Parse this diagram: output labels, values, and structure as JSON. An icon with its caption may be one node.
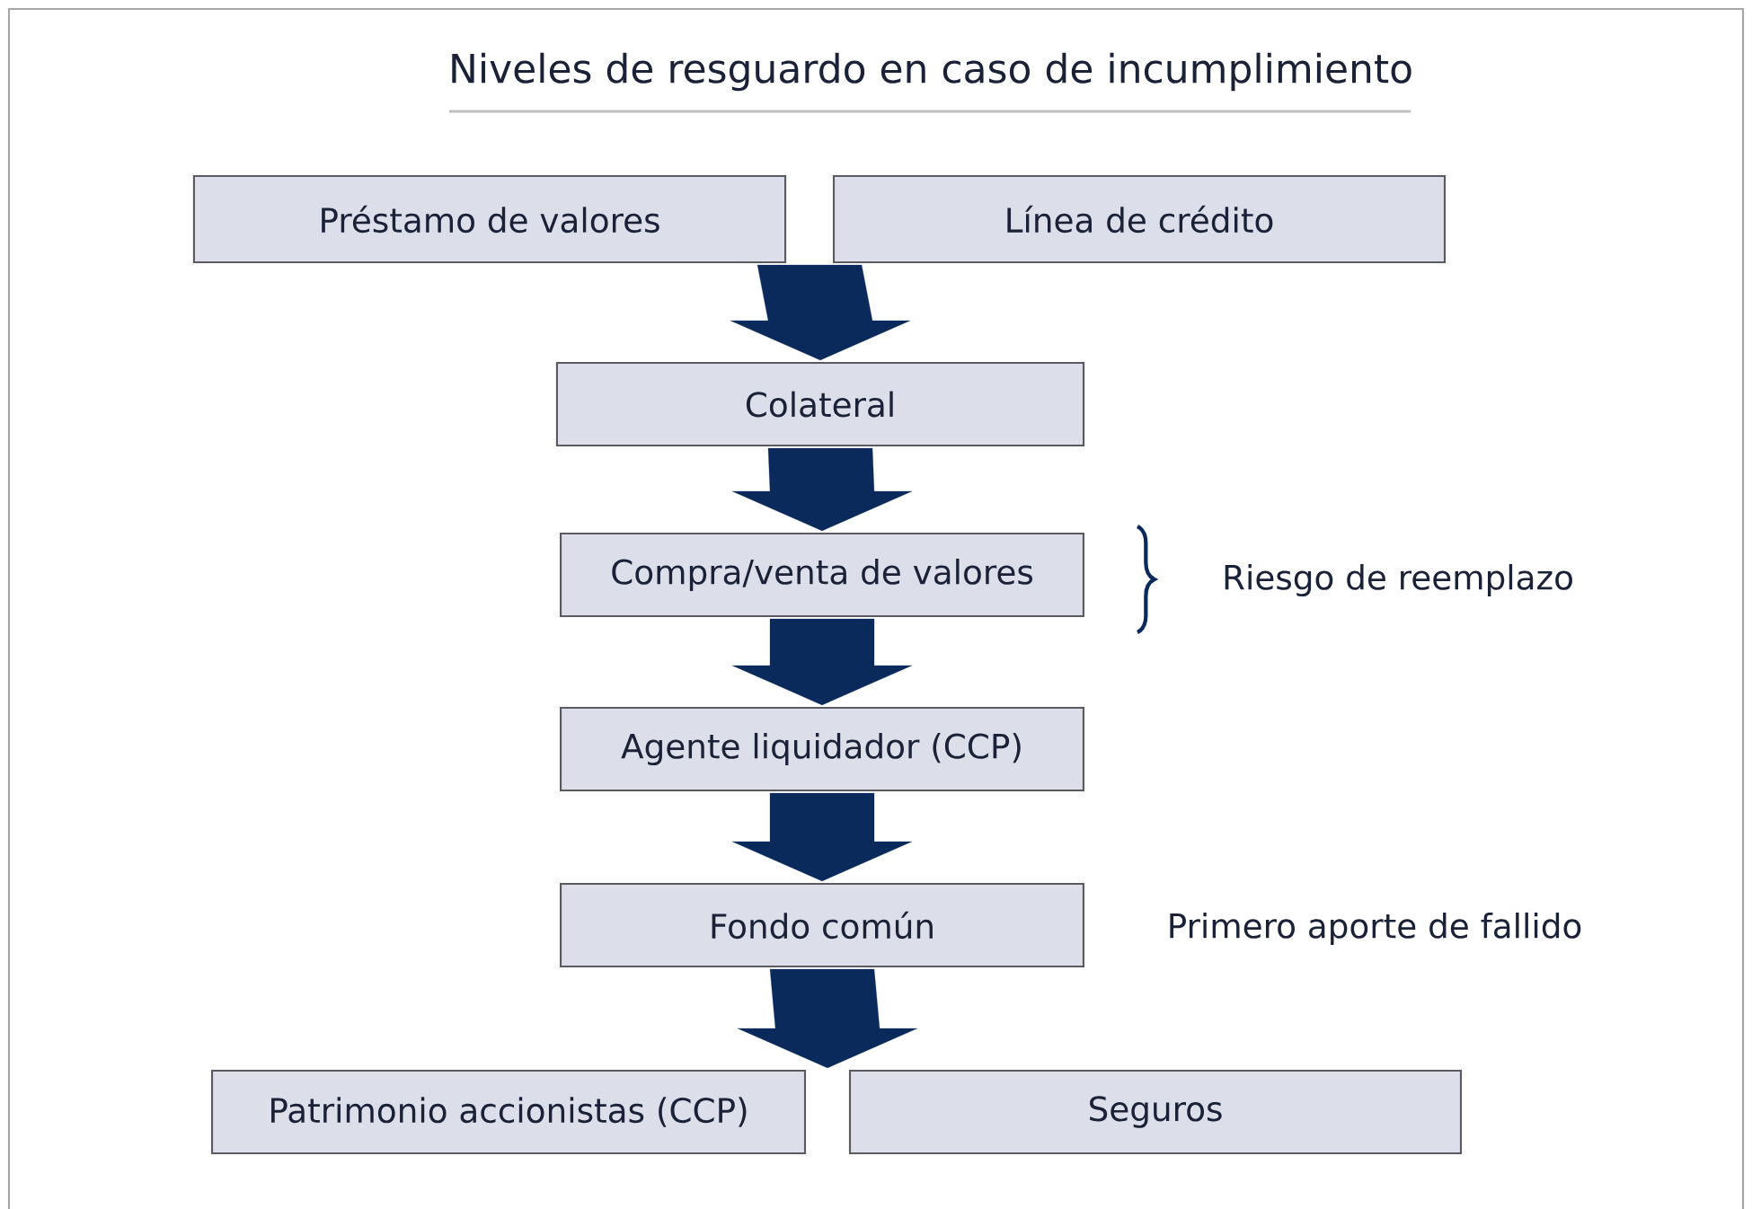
{
  "diagram": {
    "title": "Niveles de resguardo en caso de incumplimiento",
    "nodes": [
      {
        "text": [
          "Préstamo de valores"
        ]
      },
      {
        "text": [
          "Línea de crédito"
        ]
      },
      {
        "text": [
          "Colateral"
        ]
      },
      {
        "text": [
          "Compra/venta de valores"
        ]
      },
      {
        "text": [
          "Agente liquidador (CCP)"
        ]
      },
      {
        "text": [
          "Fondo común"
        ]
      },
      {
        "text": [
          "Patrimonio accionistas (CCP)"
        ]
      },
      {
        "text": [
          "Seguros"
        ]
      }
    ],
    "edges": [
      {
        "from": 0,
        "to": 2,
        "arrow": "to"
      },
      {
        "from": 1,
        "to": 2,
        "arrow": "to"
      },
      {
        "from": 2,
        "to": 3,
        "arrow": "to"
      },
      {
        "from": 3,
        "to": 4,
        "arrow": "to"
      },
      {
        "from": 4,
        "to": 5,
        "arrow": "to"
      },
      {
        "from": 5,
        "to": 6,
        "arrow": "to"
      },
      {
        "from": 5,
        "to": 7,
        "arrow": "to"
      }
    ],
    "labels": [
      "Riesgo de reemplazo",
      "Primero aporte de fallido"
    ]
  }
}
